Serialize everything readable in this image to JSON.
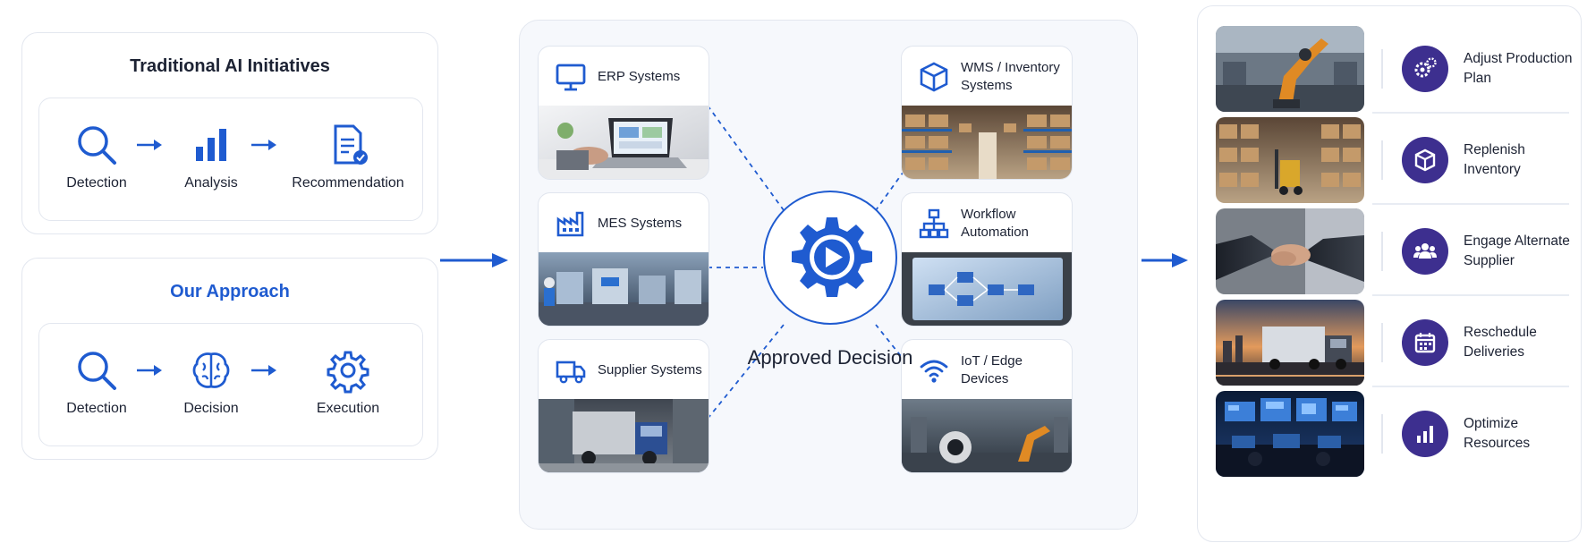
{
  "traditional": {
    "title": "Traditional AI Initiatives",
    "steps": [
      "Detection",
      "Analysis",
      "Recommendation"
    ]
  },
  "approach": {
    "title": "Our Approach",
    "steps": [
      "Detection",
      "Decision",
      "Execution"
    ]
  },
  "systems": [
    {
      "label": "ERP Systems",
      "icon": "monitor-icon"
    },
    {
      "label": "MES Systems",
      "icon": "factory-icon"
    },
    {
      "label": "Supplier Systems",
      "icon": "truck-icon"
    },
    {
      "label": "WMS / Inventory Systems",
      "icon": "box-icon"
    },
    {
      "label": "Workflow Automation",
      "icon": "workflow-icon"
    },
    {
      "label": "IoT / Edge Devices",
      "icon": "wifi-icon"
    }
  ],
  "hub": {
    "label": "Approved Decision",
    "icon": "gear-play-icon"
  },
  "actions": [
    {
      "label": "Adjust Production Plan",
      "icon": "gears-icon"
    },
    {
      "label": "Replenish Inventory",
      "icon": "box-icon"
    },
    {
      "label": "Engage Alternate Supplier",
      "icon": "people-icon"
    },
    {
      "label": "Reschedule Deliveries",
      "icon": "calendar-icon"
    },
    {
      "label": "Optimize Resources",
      "icon": "bar-chart-icon"
    }
  ],
  "colors": {
    "accent": "#1f5bd0",
    "action_icon_bg": "#3d2f8f",
    "border": "#e3e7ef",
    "text": "#1c2233"
  }
}
